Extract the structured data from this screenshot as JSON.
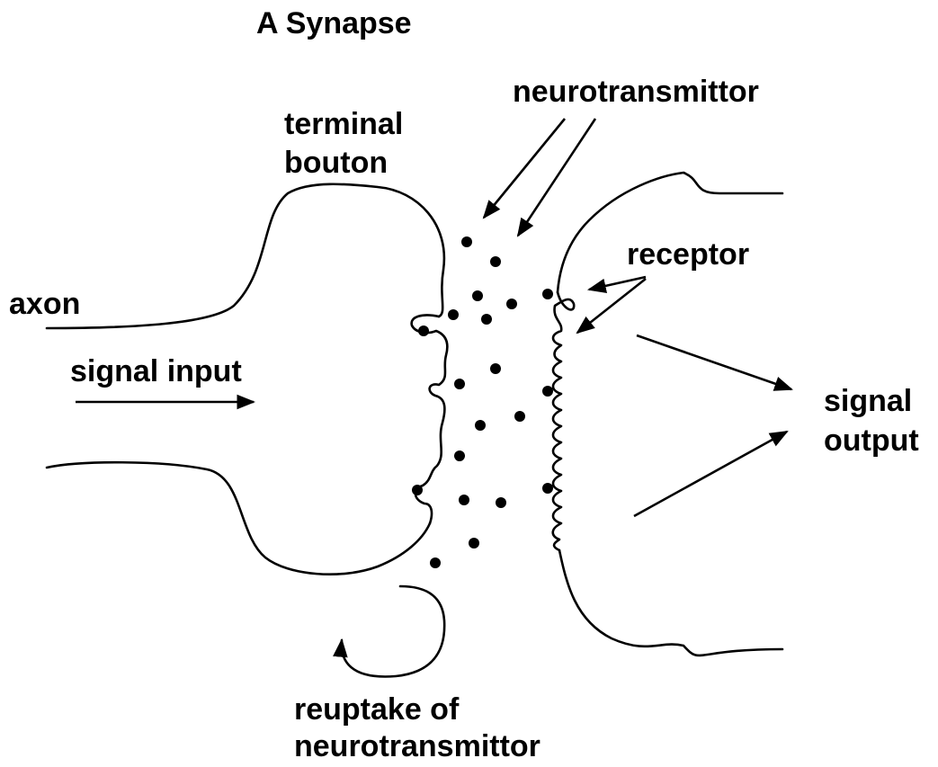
{
  "title": "A Synapse",
  "labels": {
    "neurotransmittor": "neurotransmittor",
    "terminal_line1": "terminal",
    "terminal_line2": "bouton",
    "receptor": "receptor",
    "axon": "axon",
    "signal_input": "signal input",
    "signal_output_line1": "signal",
    "signal_output_line2": "output",
    "reuptake_line1": "reuptake of",
    "reuptake_line2": "neurotransmittor"
  },
  "colors": {
    "ink": "#000000",
    "background": "#ffffff"
  }
}
